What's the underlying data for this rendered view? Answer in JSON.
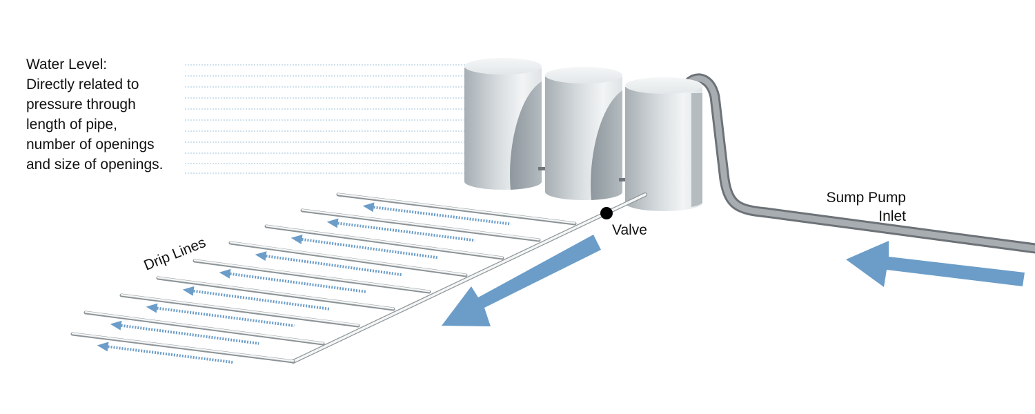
{
  "water_level": {
    "lines": [
      "Water Level:",
      "Directly related to",
      "pressure through",
      "length of pipe,",
      "number of openings",
      "and size of openings."
    ]
  },
  "labels": {
    "valve": "Valve",
    "drip_lines": "Drip Lines",
    "sump_pump_line1": "Sump Pump",
    "sump_pump_line2": "Inlet"
  },
  "colors": {
    "flow_arrow": "#6b9dc8",
    "tank_light": "#eef1f2",
    "tank_shade": "#9ba4aa",
    "hose": "#8e9499",
    "dotted_level_line": "#9cc3dc",
    "valve": "#000000"
  },
  "icons": {
    "flow_arrow": "large-blue-arrow",
    "valve": "black-dot"
  }
}
